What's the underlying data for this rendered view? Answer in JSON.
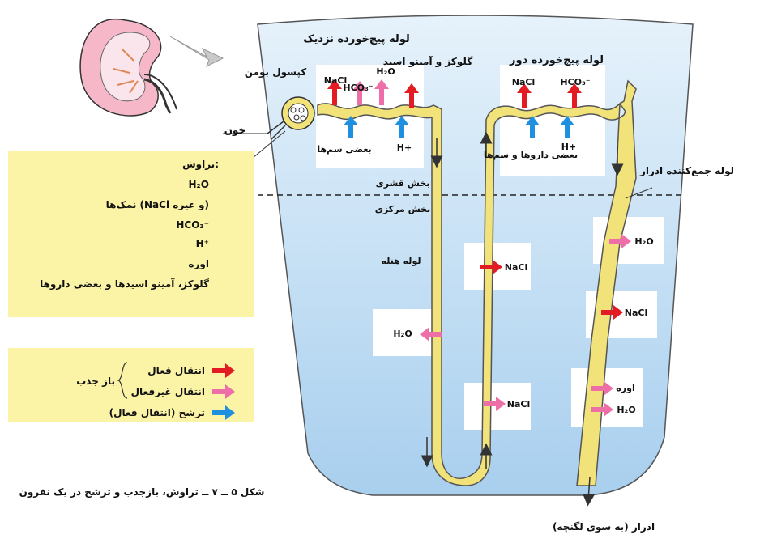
{
  "labels": {
    "pct": "لوله پیچ‌خورده نزدیک",
    "dct": "لوله پیچ‌خورده دور",
    "bowman": "کپسول بومن",
    "blood": "خون",
    "glucose_amino": "گلوکز و آمینو اسید",
    "some_toxins": "بعضی سم‌ها",
    "some_drugs_toxins": "بعضی داروها و سم‌ها",
    "cortex": "بخش قشری",
    "medulla": "بخش مرکزی",
    "loop": "لوله هنله",
    "collecting_duct": "لوله جمع‌کننده ادرار",
    "urine": "ادرار (به سوی لگنچه)"
  },
  "chem": {
    "nacl": "NaCl",
    "hco3": "HCO₃⁻",
    "h2o": "H₂O",
    "hplus": "H+",
    "urea": "اوره"
  },
  "filtration": {
    "title": "تراوش:",
    "items": [
      "H₂O",
      "نمک‌ها (NaCl و غیره)",
      "HCO₃⁻",
      "H⁺",
      "اوره",
      "گلوکز، آمینو اسیدها و بعضی داروها"
    ]
  },
  "legend": {
    "reabsorption_label": "باز جذب",
    "active": "انتقال فعال",
    "passive": "انتقال غیرفعال",
    "secretion": "ترشح (انتقال فعال)"
  },
  "caption": "شکل ۵ ــ ۷ ــ تراوش، بازجذب و ترشح در یک نفرون",
  "colors": {
    "active": "#e31b23",
    "passive": "#ee6fa7",
    "secretion": "#1f8fe0",
    "tubule": "#f2e27a",
    "background_top": "#cfe7f7",
    "background_bottom": "#b7d8f0",
    "panel": "#fbf3a6"
  }
}
